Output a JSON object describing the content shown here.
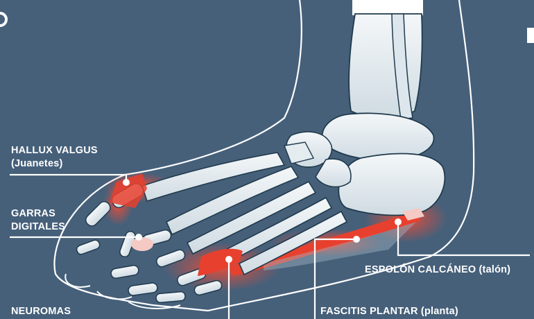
{
  "labels": {
    "hallux_valgus": "HALLUX VALGUS",
    "hallux_valgus_sub": "(Juanetes)",
    "garras_1": "GARRAS",
    "garras_2": "DIGITALES",
    "neuromas": "NEUROMAS",
    "espolon": "ESPOLÓN CALCÁNEO (talón)",
    "fascitis": "FASCITIS PLANTAR (planta)"
  },
  "colors": {
    "background": "#46607a",
    "bone": "#e9eff2",
    "bone_outline": "#1f3a4d",
    "inflammation": "#e8402e",
    "skin_outline": "#ffffff",
    "text": "#ffffff"
  }
}
